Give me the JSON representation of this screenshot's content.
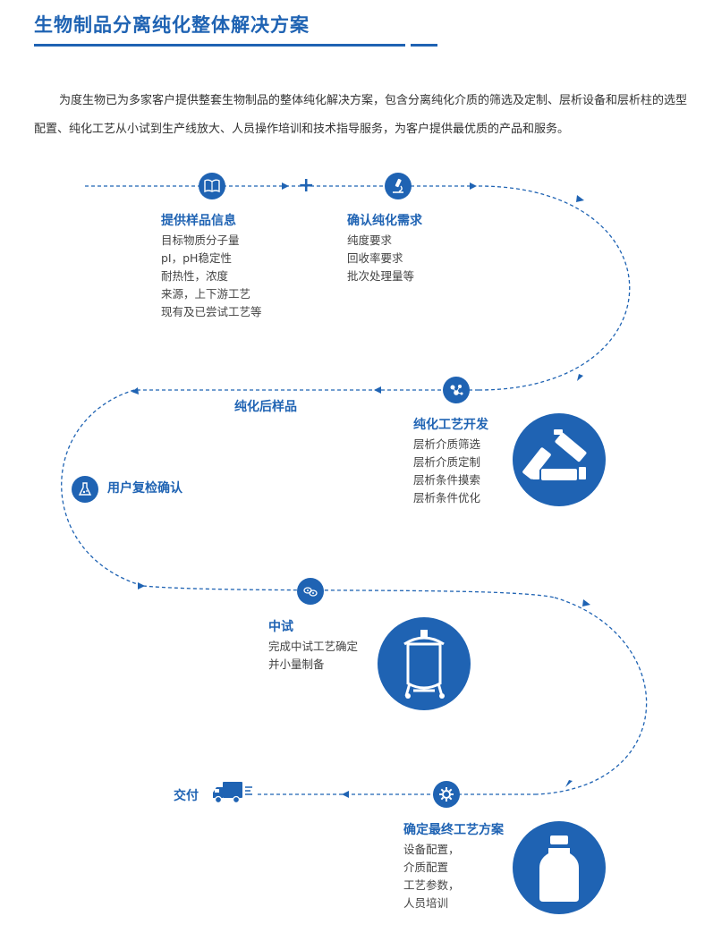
{
  "header": {
    "title": "生物制品分离纯化整体解决方案"
  },
  "intro": "为度生物已为多家客户提供整套生物制品的整体纯化解决方案，包含分离纯化介质的筛选及定制、层析设备和层析柱的选型配置、纯化工艺从小试到生产线放大、人员操作培训和技术指导服务，为客户提供最优质的产品和服务。",
  "flow": {
    "plus_symbol": "+",
    "steps": [
      {
        "title": "提供样品信息",
        "icon": "book-icon",
        "items": [
          "目标物质分子量",
          "pI，pH稳定性",
          "耐热性，浓度",
          "来源，上下游工艺",
          "现有及已尝试工艺等"
        ]
      },
      {
        "title": "确认纯化需求",
        "icon": "microscope-icon",
        "items": [
          "纯度要求",
          "回收率要求",
          "批次处理量等"
        ]
      },
      {
        "title": "纯化工艺开发",
        "icon": "molecules-icon",
        "big_icon": "chromatography-columns-icon",
        "items": [
          "层析介质筛选",
          "层析介质定制",
          "层析条件摸索",
          "层析条件优化"
        ]
      },
      {
        "title": "纯化后样品",
        "items": []
      },
      {
        "title": "用户复检确认",
        "icon": "lab-flask-icon",
        "items": []
      },
      {
        "title": "中试",
        "icon": "cells-icon",
        "big_icon": "reactor-tank-icon",
        "items": [
          "完成中试工艺确定",
          "并小量制备"
        ]
      },
      {
        "title": "确定最终工艺方案",
        "icon": "gear-icon",
        "big_icon": "bottle-icon",
        "items": [
          "设备配置，",
          "介质配置",
          "工艺参数，",
          "人员培训"
        ]
      },
      {
        "title": "交付",
        "icon": "truck-icon",
        "items": []
      }
    ]
  },
  "colors": {
    "brand": "#1f63b3",
    "text": "#444444"
  }
}
